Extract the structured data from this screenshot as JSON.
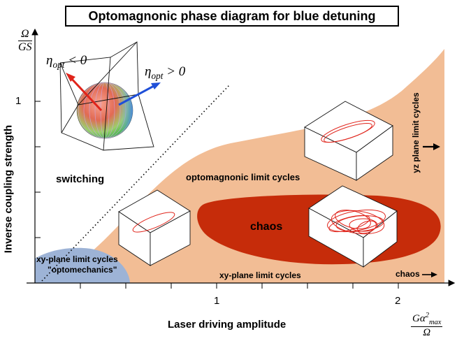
{
  "title": "Optomagnonic phase diagram for blue detuning",
  "axes": {
    "x_label": "Laser driving amplitude",
    "y_label": "Inverse coupling strength",
    "x_ticks": [
      "1",
      "2"
    ],
    "y_ticks": [
      "1"
    ],
    "x_unit_num": "Gα",
    "x_unit_sup": "2",
    "x_unit_sub": "max",
    "x_unit_den": "Ω",
    "y_unit_num": "Ω",
    "y_unit_den": "GS"
  },
  "regions": {
    "switching": "switching",
    "optomagnonic": "optomagnonic limit cycles",
    "chaos": "chaos",
    "xy_plane": "xy-plane limit cycles",
    "optomech_line1": "xy-plane limit cycles",
    "optomech_line2": "\"optomechanics\"",
    "yz_plane": "yz plane limit cycles",
    "chaos_arrow": "chaos"
  },
  "eta": {
    "neg_base": "η",
    "neg_sub": "opt",
    "neg_rel": " < 0",
    "pos_base": "η",
    "pos_sub": "opt",
    "pos_rel": " > 0"
  },
  "colors": {
    "limit_cycle_region": "#f2bd95",
    "chaos_region": "#c62c0a",
    "optomechanics_region": "#9db3d6",
    "orbit": "#e0241b",
    "arrow_negative": "#e0241b",
    "arrow_positive": "#1f4fd8"
  },
  "icons": [
    "sphere-icon",
    "eta-negative-arrow-icon",
    "eta-positive-arrow-icon",
    "box-3d-icon"
  ]
}
